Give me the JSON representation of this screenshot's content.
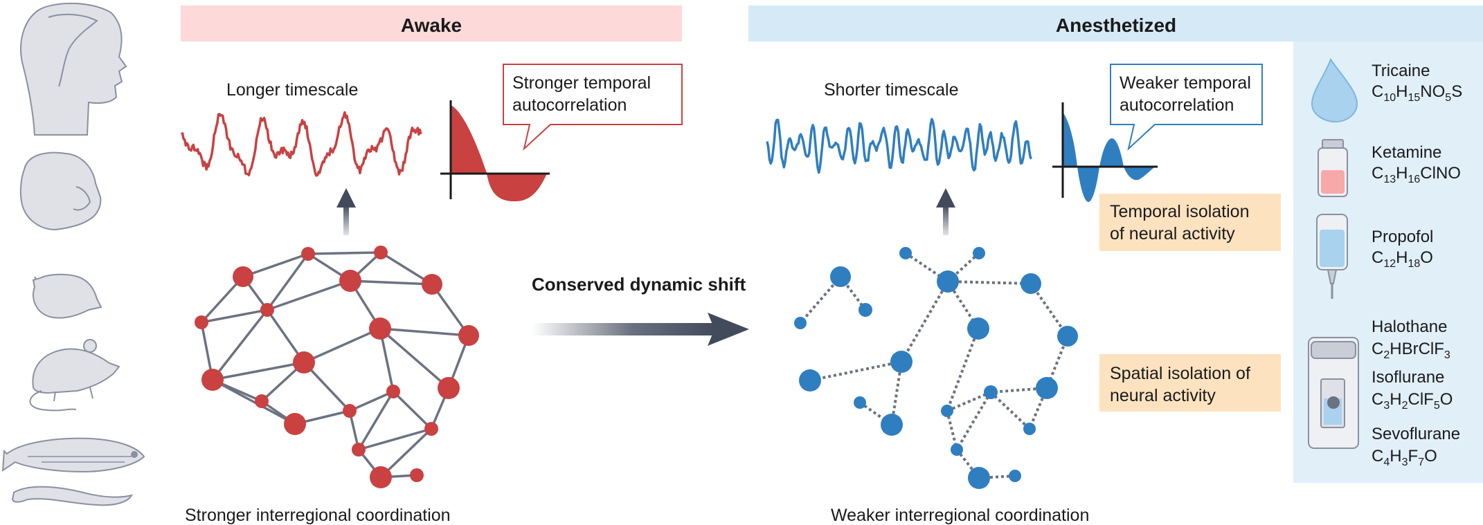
{
  "awake": {
    "header": "Awake",
    "timescale_label": "Longer timescale",
    "autocorr_line1": "Stronger temporal",
    "autocorr_line2": "autocorrelation",
    "coordination": "Stronger interregional coordination"
  },
  "anesthetized": {
    "header": "Anesthetized",
    "timescale_label": "Shorter timescale",
    "autocorr_line1": "Weaker temporal",
    "autocorr_line2": "autocorrelation",
    "temporal_isolation_line1": "Temporal isolation",
    "temporal_isolation_line2": "of neural activity",
    "spatial_isolation_line1": "Spatial isolation of",
    "spatial_isolation_line2": "neural activity",
    "coordination": "Weaker interregional coordination"
  },
  "shift_label": "Conserved dynamic shift",
  "anesthetics": [
    {
      "name": "Tricaine",
      "formula": [
        [
          "C",
          ""
        ],
        [
          "10",
          "sub"
        ],
        [
          "H",
          ""
        ],
        [
          "15",
          "sub"
        ],
        [
          "NO",
          ""
        ],
        [
          "5",
          "sub"
        ],
        [
          "S",
          ""
        ]
      ],
      "icon": "droplet-icon"
    },
    {
      "name": "Ketamine",
      "formula": [
        [
          "C",
          ""
        ],
        [
          "13",
          "sub"
        ],
        [
          "H",
          ""
        ],
        [
          "16",
          "sub"
        ],
        [
          "ClNO",
          ""
        ]
      ],
      "icon": "vial-icon"
    },
    {
      "name": "Propofol",
      "formula": [
        [
          "C",
          ""
        ],
        [
          "12",
          "sub"
        ],
        [
          "H",
          ""
        ],
        [
          "18",
          "sub"
        ],
        [
          "O",
          ""
        ]
      ],
      "icon": "iv-bag-icon"
    },
    {
      "name": "Halothane",
      "formula": [
        [
          "C",
          ""
        ],
        [
          "2",
          "sub"
        ],
        [
          "HBrClF",
          ""
        ],
        [
          "3",
          "sub"
        ]
      ],
      "icon": "vaporizer-icon"
    },
    {
      "name": "Isoflurane",
      "formula": [
        [
          "C",
          ""
        ],
        [
          "3",
          "sub"
        ],
        [
          "H",
          ""
        ],
        [
          "2",
          "sub"
        ],
        [
          "ClF",
          ""
        ],
        [
          "5",
          "sub"
        ],
        [
          "O",
          ""
        ]
      ],
      "icon": "vaporizer-icon"
    },
    {
      "name": "Sevoflurane",
      "formula": [
        [
          "C",
          ""
        ],
        [
          "4",
          "sub"
        ],
        [
          "H",
          ""
        ],
        [
          "3",
          "sub"
        ],
        [
          "F",
          ""
        ],
        [
          "7",
          "sub"
        ],
        [
          "O",
          ""
        ]
      ],
      "icon": "vaporizer-icon"
    }
  ],
  "species": [
    "human-icon",
    "monkey-icon",
    "marmoset-icon",
    "mouse-icon",
    "zebrafish-icon",
    "worm-icon"
  ],
  "colors": {
    "awake": "#c94141",
    "anesthetized": "#2f7ec0",
    "awake_header_bg": "#fdd9d9",
    "anesthetized_header_bg": "#d6e9f6",
    "drug_panel_bg": "#e1eff9",
    "isolation_box_bg": "#fde2c0",
    "edge": "#6b7280",
    "arrow": "#424b5c",
    "species_fill": "#dfe1e7",
    "species_stroke": "#8a90a0"
  }
}
